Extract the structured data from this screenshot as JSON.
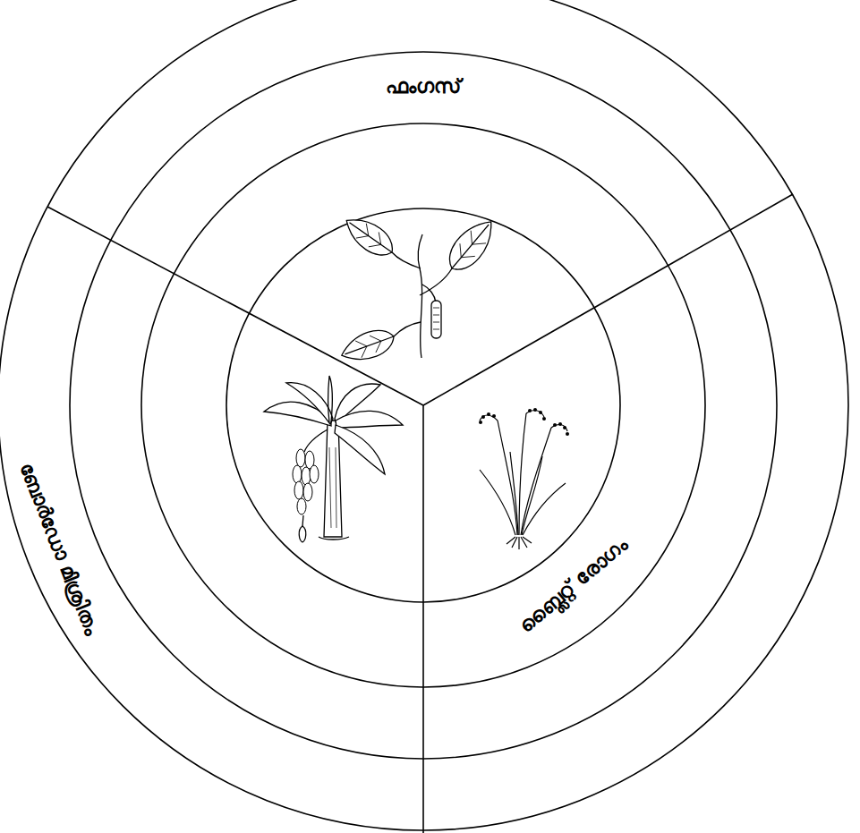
{
  "diagram": {
    "labels": [
      "ഫംഗസ്",
      "ബ്ലൈറ്റ് രോഗം",
      "ബോർഡോ മിശ്രിതം"
    ]
  }
}
